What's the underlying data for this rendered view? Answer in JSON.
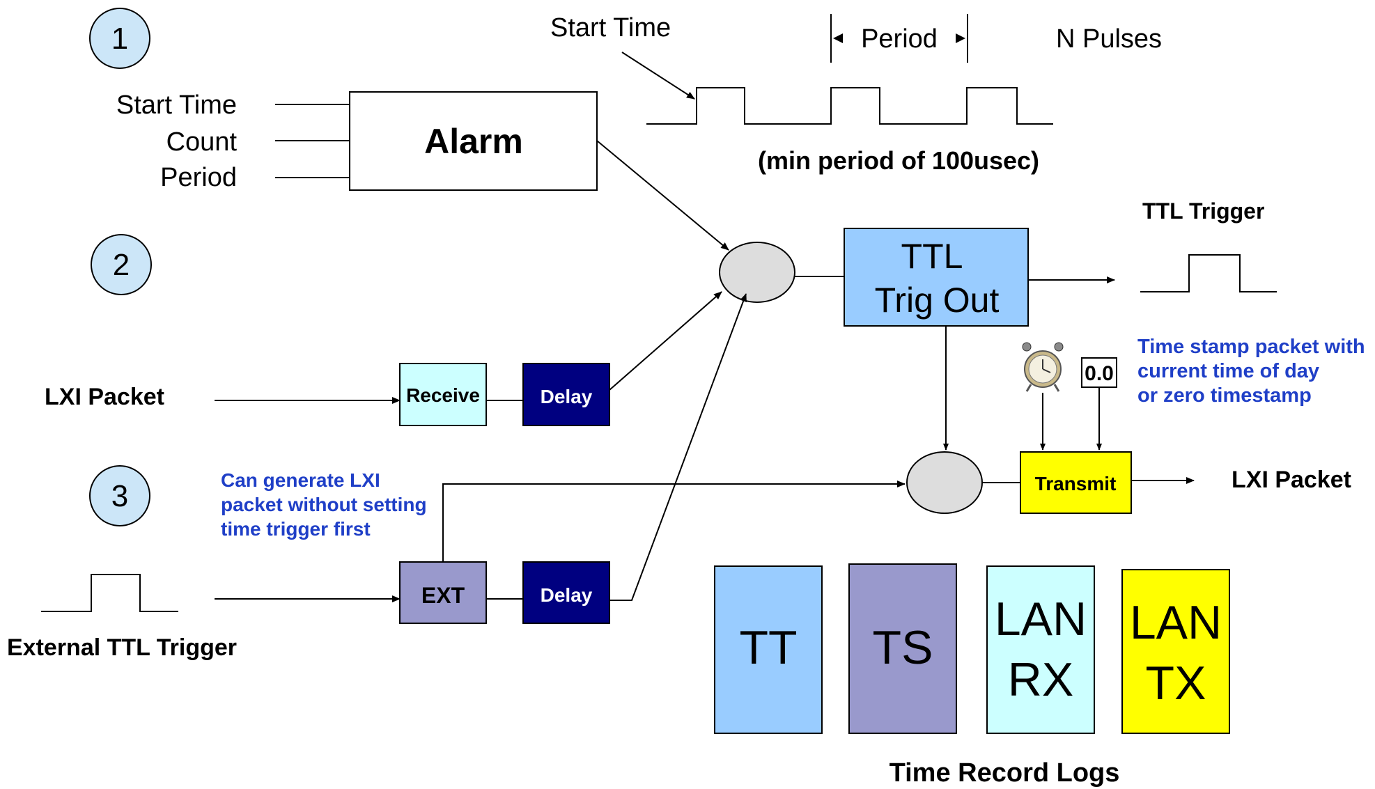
{
  "circles": [
    "1",
    "2",
    "3"
  ],
  "alarm": {
    "inputs": [
      "Start Time",
      "Count",
      "Period"
    ],
    "box": "Alarm"
  },
  "pulse_train": {
    "start_time": "Start Time",
    "period": "Period",
    "n_pulses": "N Pulses",
    "note": "(min period of 100usec)"
  },
  "ttl_trigger_label": "TTL Trigger",
  "ttl_trig_out": [
    "TTL",
    "Trig Out"
  ],
  "lxi_in": {
    "label": "LXI Packet",
    "receive": "Receive",
    "delay": "Delay"
  },
  "ext_path": {
    "note": [
      "Can generate LXI",
      "packet without setting",
      "time trigger first"
    ],
    "ext": "EXT",
    "delay": "Delay",
    "label": "External TTL Trigger"
  },
  "timestamp_note": [
    "Time stamp packet with",
    "current time of day",
    "or zero timestamp"
  ],
  "zero_stamp": "0.0",
  "transmit": "Transmit",
  "lxi_out": "LXI Packet",
  "logs": {
    "boxes": [
      {
        "lines": [
          "TT"
        ],
        "color": "#99ccff"
      },
      {
        "lines": [
          "TS"
        ],
        "color": "#9999cc"
      },
      {
        "lines": [
          "LAN",
          "RX"
        ],
        "color": "#ccffff"
      },
      {
        "lines": [
          "LAN",
          "TX"
        ],
        "color": "#ffff00"
      }
    ],
    "title": "Time Record Logs"
  },
  "colors": {
    "ttl_box": "#99ccff",
    "receive_box": "#ccffff",
    "delay_box": "#000080",
    "ext_box": "#9999cc",
    "transmit_box": "#ffff00",
    "junction": "#dddddd",
    "circle": "#cce6f8",
    "note_text": "#1f3fc7"
  },
  "icons": [
    "alarm-clock-icon"
  ]
}
